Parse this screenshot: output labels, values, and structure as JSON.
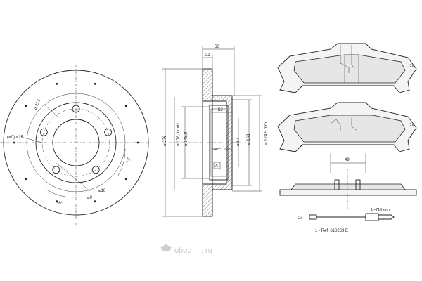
{
  "disc_front": {
    "d112": "⌀ 112",
    "d90_15": "(⌀0) ⌀15",
    "d18": "⌀18",
    "d9": "⌀9",
    "angle72": "72°",
    "angle36": "36°"
  },
  "disc_section": {
    "dim60": "60",
    "dim22": "22",
    "dim276": "⌀ 276",
    "dim178": "⌀ 178,3 mdx.",
    "dim148": "⌀ 148,9",
    "dim52": "52",
    "dim67": "⌀ 67",
    "dim163": "⌀ 163",
    "dim174": "⌀ 174,5 mdx.",
    "chamfer": "3x45°",
    "markA": "A"
  },
  "pads": {
    "qty_top": "2x",
    "qty_bottom": "2x",
    "width": "49",
    "sensor_qty": "2x",
    "sensor_len": "L≈710 mm.",
    "ref": "1 - Ref. 610259 E"
  },
  "watermark": {
    "brand": "oboc",
    "domain": "ru"
  }
}
